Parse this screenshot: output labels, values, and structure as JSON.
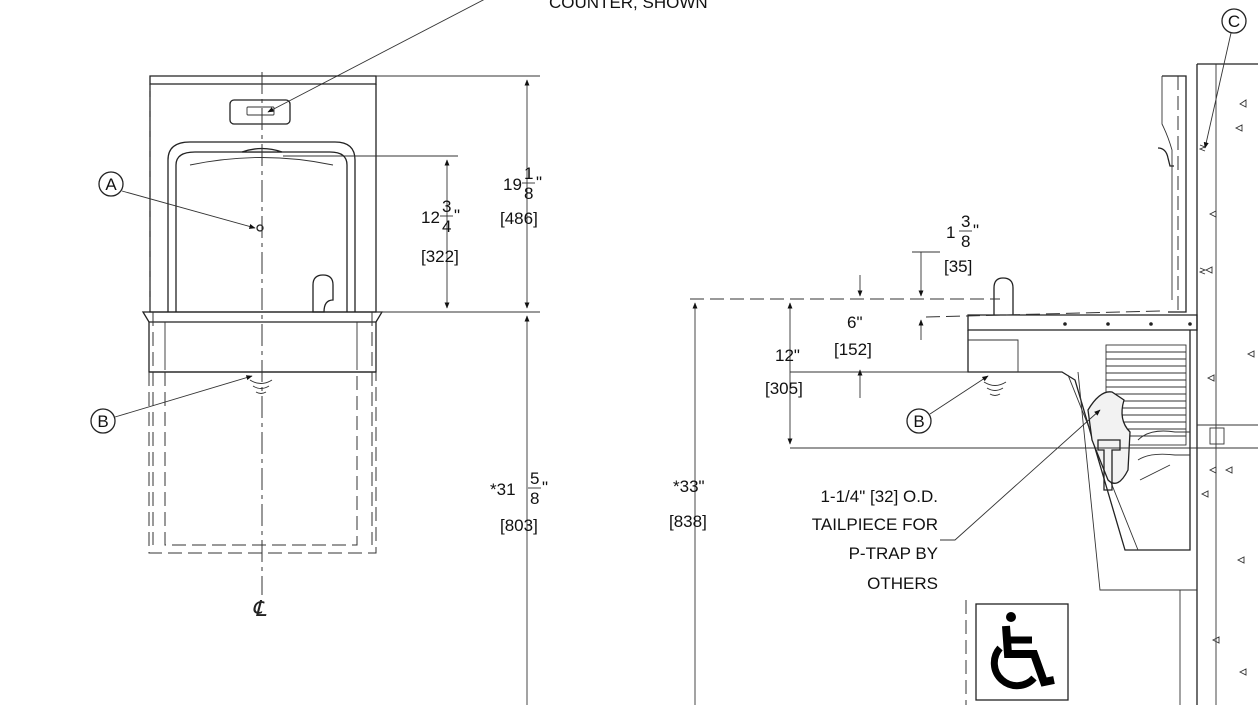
{
  "header_note": "COUNTER, SHOWN",
  "callouts": {
    "a": "A",
    "b": "B",
    "c": "C"
  },
  "centerline": "℄",
  "front": {
    "d_total": {
      "whole": "19",
      "num": "1",
      "den": "8",
      "unit": "\"",
      "metric": "[486]"
    },
    "d_basin": {
      "whole": "12",
      "num": "3",
      "den": "4",
      "unit": "\"",
      "metric": "[322]"
    },
    "d_floor": {
      "prefix": "*",
      "whole": "31",
      "num": "5",
      "den": "8",
      "unit": "\"",
      "metric": "[803]"
    }
  },
  "side": {
    "d_spout": {
      "whole": "1",
      "num": "3",
      "den": "8",
      "unit": "\"",
      "metric": "[35]"
    },
    "d_six": {
      "label": "6\"",
      "metric": "[152]"
    },
    "d_twelve": {
      "label": "12\"",
      "metric": "[305]"
    },
    "d_floor": {
      "label": "*33\"",
      "metric": "[838]"
    },
    "tailpiece_note": [
      "1-1/4\" [32] O.D.",
      "TAILPIECE FOR",
      "P-TRAP BY",
      "OTHERS"
    ]
  },
  "accessibility_icon": "wheelchair-icon"
}
